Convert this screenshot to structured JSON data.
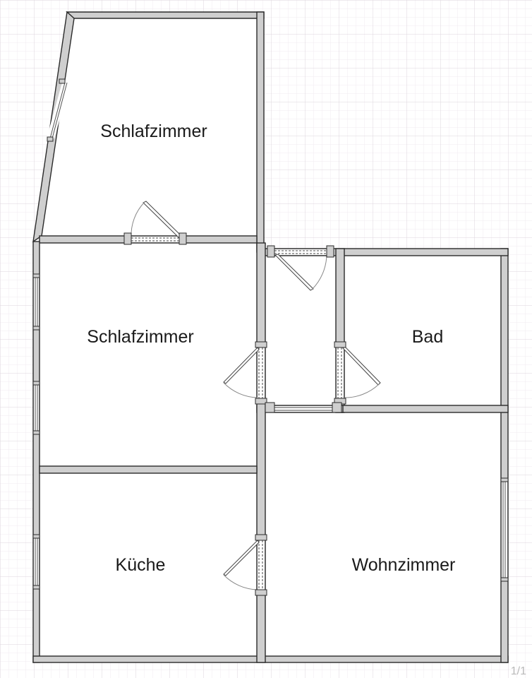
{
  "rooms": {
    "bedroom_top": "Schlafzimmer",
    "bedroom_middle": "Schlafzimmer",
    "bathroom": "Bad",
    "kitchen": "Küche",
    "living_room": "Wohnzimmer"
  },
  "page_indicator": "1/1",
  "colors": {
    "wall_fill": "#cfcfcf",
    "wall_stroke": "#2b2b2b",
    "grid_minor": "#efe9ef",
    "grid_major": "#dcd4dc",
    "text": "#1a1a1a"
  }
}
